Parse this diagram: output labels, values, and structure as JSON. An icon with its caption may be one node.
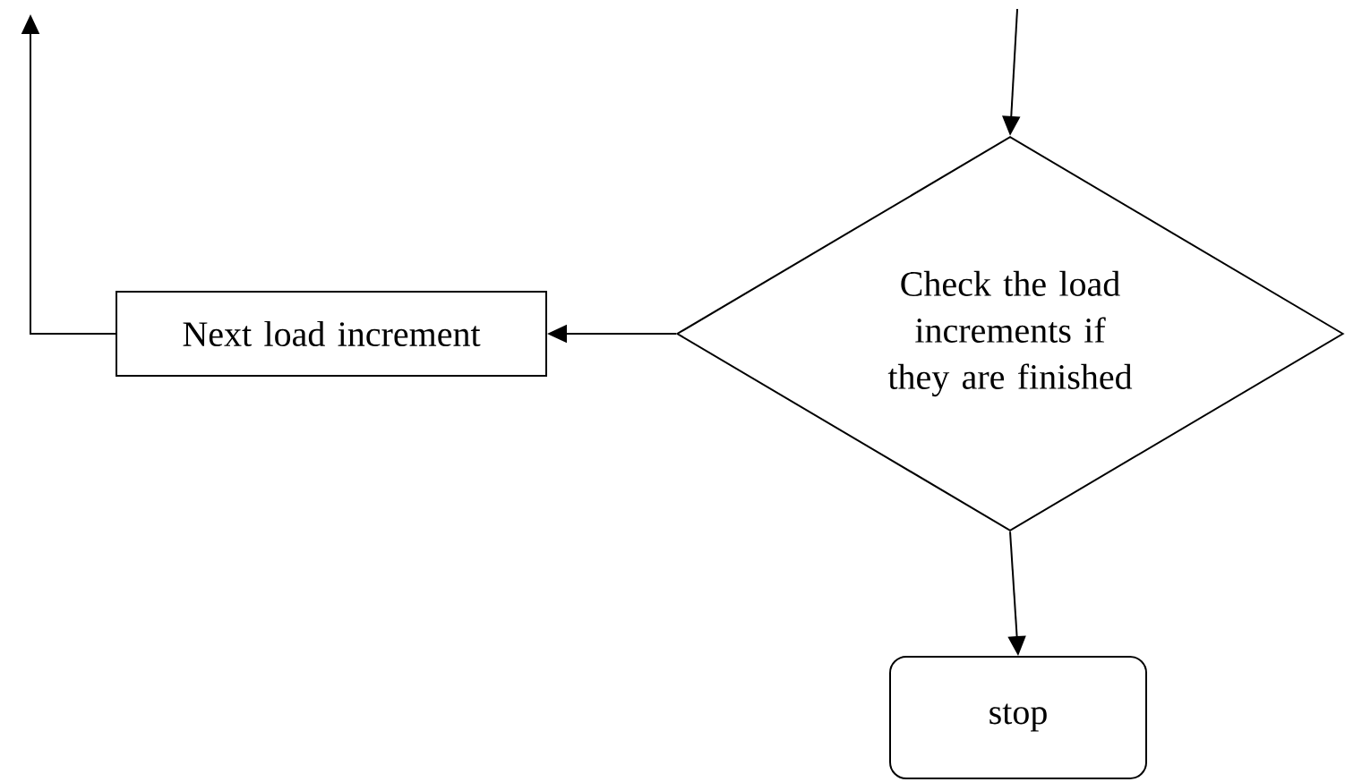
{
  "diagram": {
    "nodes": [
      {
        "text": [
          "Check the load increments if they are finished"
        ]
      },
      {
        "text": [
          "Next load increment"
        ]
      },
      {
        "text": [
          "stop"
        ]
      }
    ],
    "edges": [
      {
        "from": null,
        "to": 0,
        "arrow": "to"
      },
      {
        "from": 0,
        "to": 1,
        "arrow": "to"
      },
      {
        "from": 1,
        "to": null,
        "arrow": "to"
      },
      {
        "from": 0,
        "to": 2,
        "arrow": "to"
      }
    ]
  }
}
